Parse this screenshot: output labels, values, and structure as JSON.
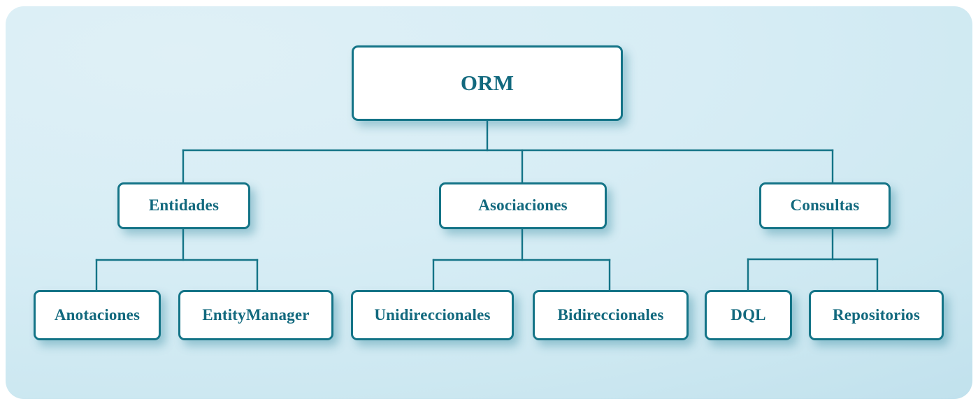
{
  "diagram": {
    "title_node": "ORM",
    "theme": {
      "panel_background": "#d7edf5",
      "node_fill": "#ffffff",
      "node_border": "#147487",
      "text_color": "#12697e",
      "connector_color": "#147487",
      "page_background": "#ffffff"
    },
    "root": {
      "label": "ORM"
    },
    "branches": [
      {
        "label": "Entidades",
        "children": [
          {
            "label": "Anotaciones"
          },
          {
            "label": "EntityManager"
          }
        ]
      },
      {
        "label": "Asociaciones",
        "children": [
          {
            "label": "Unidireccionales"
          },
          {
            "label": "Bidireccionales"
          }
        ]
      },
      {
        "label": "Consultas",
        "children": [
          {
            "label": "DQL"
          },
          {
            "label": "Repositorios"
          }
        ]
      }
    ]
  }
}
